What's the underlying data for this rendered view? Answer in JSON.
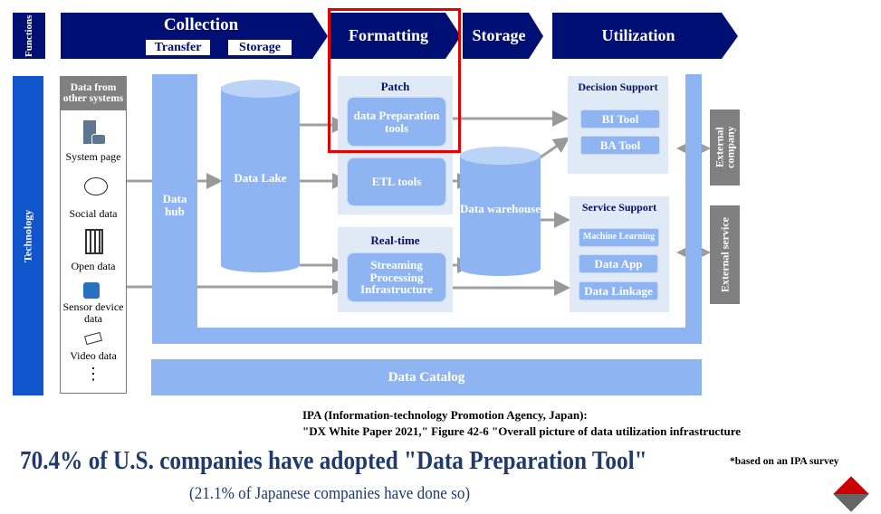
{
  "functions": {
    "label": "Functions",
    "collection": "Collection",
    "transfer": "Transfer",
    "storage_sub": "Storage",
    "formatting": "Formatting",
    "storage": "Storage",
    "utilization": "Utilization"
  },
  "technology": "Technology",
  "sources": {
    "header": "Data from other systems",
    "items": [
      "System page",
      "Social data",
      "Open data",
      "Sensor device data",
      "Video data",
      "⋮"
    ]
  },
  "data_hub": "Data hub",
  "data_lake": "Data Lake",
  "patch": {
    "title": "Patch",
    "tool": "data Preparation tools"
  },
  "etl": "ETL tools",
  "realtime": {
    "title": "Real-time",
    "tool": "Streaming Processing Infrastructure"
  },
  "warehouse": "Data warehouse",
  "decision": {
    "title": "Decision Support",
    "items": [
      "BI Tool",
      "BA Tool"
    ]
  },
  "service": {
    "title": "Service Support",
    "items": [
      "Machine Learning",
      "Data App",
      "Data Linkage"
    ]
  },
  "external": [
    "External company",
    "External service"
  ],
  "catalog": "Data Catalog",
  "source_note": {
    "line1": "IPA (Information-technology Promotion Agency, Japan):",
    "line2": "\"DX White Paper 2021,\" Figure 42-6 \"Overall picture of data utilization infrastructure"
  },
  "headline": "70.4% of U.S. companies have adopted \"Data Preparation Tool\"",
  "footnote": "*based on an IPA survey",
  "subline": "(21.1% of Japanese companies have done so)",
  "colors": {
    "navy": "#000f73",
    "blue": "#1155cc",
    "light": "#8fb4f2",
    "panel": "#dfeaf6",
    "highlight": "#e60000"
  }
}
